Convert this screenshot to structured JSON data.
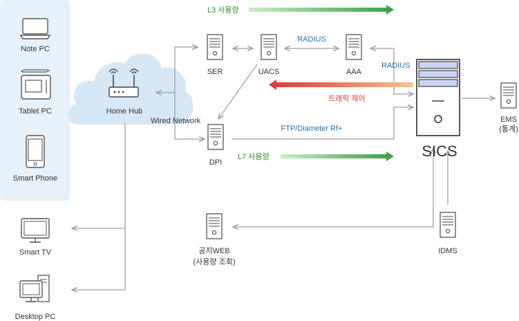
{
  "devices": {
    "note_pc": "Note PC",
    "tablet_pc": "Tablet PC",
    "smart_phone": "Smart Phone",
    "smart_tv": "Smart TV",
    "desktop_pc": "Desktop PC"
  },
  "home_hub": "Home Hub",
  "wired_network": "Wired Network",
  "servers": {
    "ser": "SER",
    "uacs": "UACS",
    "aaa": "AAA",
    "dpi": "DPI",
    "ems": "EMS",
    "ems_sub": "(통계)",
    "web": "공지WEB",
    "web_sub": "(사용량 조회)",
    "idms": "IDMS"
  },
  "sics": "SICS",
  "flows": {
    "l3": "L3 사용량",
    "l7": "L7 사용량",
    "radius_top": "RADIUS",
    "radius_right": "RADIUS",
    "traffic": "트래픽 제어",
    "ftp": "FTP/Diameter Rf+"
  },
  "colors": {
    "device_panel": "#e6f1f9",
    "cloud": "#d6e8f5",
    "green": "#4caf50",
    "red": "#e04a4a",
    "blue_text": "#1f6fb0",
    "sics_band": "#c9d3f2"
  }
}
